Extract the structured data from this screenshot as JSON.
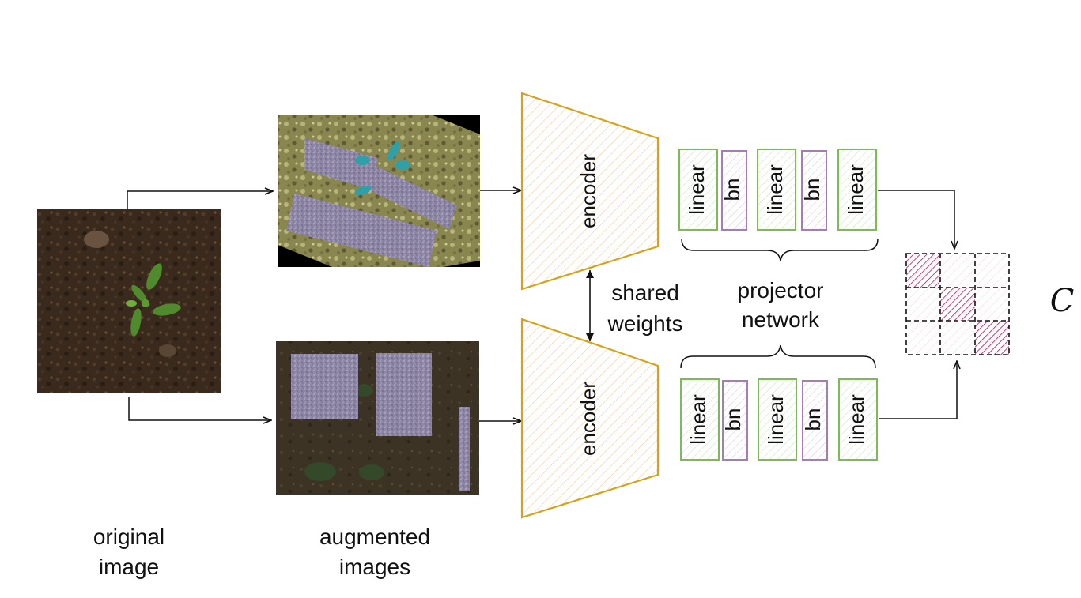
{
  "labels": {
    "original": [
      "original",
      "image"
    ],
    "augmented": [
      "augmented",
      "images"
    ],
    "shared": [
      "shared",
      "weights"
    ],
    "projector": [
      "projector",
      "network"
    ],
    "matrix_symbol": "C"
  },
  "encoder": {
    "label": "encoder"
  },
  "projector_layers": [
    "linear",
    "bn",
    "linear",
    "bn",
    "linear"
  ],
  "colors": {
    "encoder": "#d7a21a",
    "linear": "#7fba5a",
    "bn": "#a57bb8",
    "matrix_hatch": "#b0125f",
    "arrow": "#111111"
  }
}
